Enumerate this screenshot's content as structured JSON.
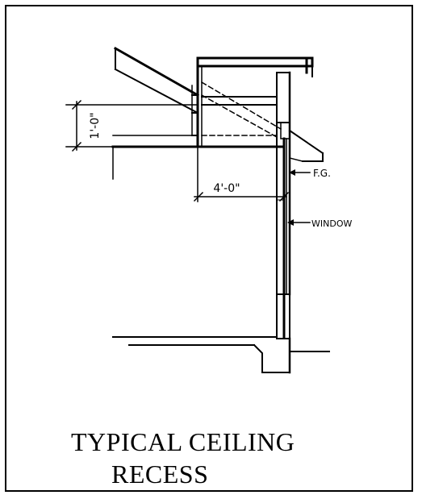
{
  "title": {
    "line1": "TYPICAL CEILING",
    "line2": "RECESS"
  },
  "dimensions": {
    "vertical": "1'-0\"",
    "horizontal": "4'-0\""
  },
  "callouts": {
    "fg": "F.G.",
    "window": "WINDOW"
  }
}
